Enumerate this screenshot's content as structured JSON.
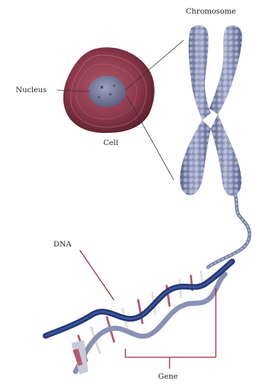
{
  "labels": {
    "chromosome": "Chromosome",
    "nucleus": "Nucleus",
    "cell": "Cell",
    "dna": "DNA",
    "gene": "Gene"
  },
  "colors": {
    "cell_fill": "#8e3a4c",
    "nucleus_fill": "#7b7f9e",
    "chromosome_fill": "#8790b4",
    "dna_backbone": "#243a78",
    "leader_line": "#9a2435"
  }
}
